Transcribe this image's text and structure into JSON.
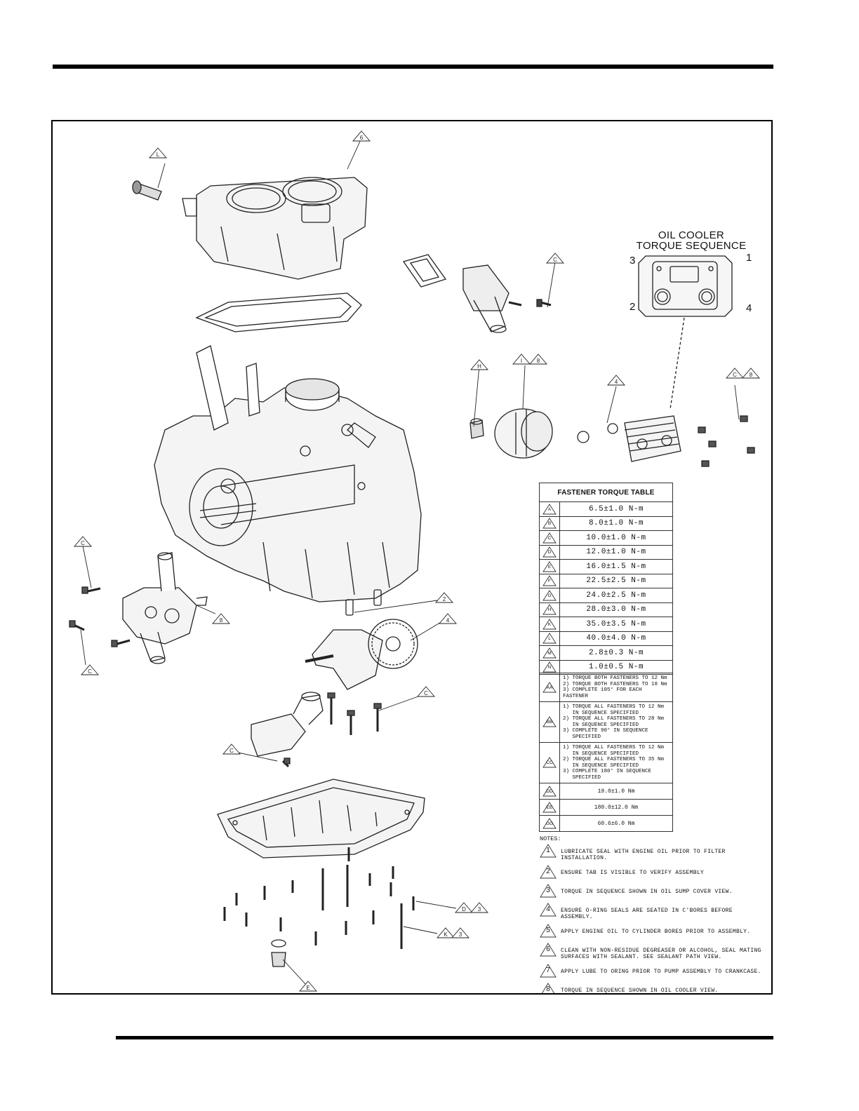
{
  "oil_cooler": {
    "title_line1": "OIL COOLER",
    "title_line2": "TORQUE SEQUENCE",
    "seq": [
      "1",
      "2",
      "3",
      "4"
    ]
  },
  "callouts": {
    "L": "L",
    "6": "6",
    "C": "C",
    "H": "H",
    "I": "I",
    "8": "8",
    "4": "4",
    "2": "2",
    "D": "D",
    "3": "3",
    "K": "K",
    "E": "E"
  },
  "torque_table": {
    "header": "FASTENER TORQUE TABLE",
    "rows": [
      {
        "sym": "A",
        "value": "6.5±1.0 N-m"
      },
      {
        "sym": "B",
        "value": "8.0±1.0 N-m"
      },
      {
        "sym": "C",
        "value": "10.0±1.0 N-m"
      },
      {
        "sym": "D",
        "value": "12.0±1.0 N-m"
      },
      {
        "sym": "E",
        "value": "16.0±1.5 N-m"
      },
      {
        "sym": "F",
        "value": "22.5±2.5 N-m"
      },
      {
        "sym": "G",
        "value": "24.0±2.5 N-m"
      },
      {
        "sym": "H",
        "value": "28.0±3.0 N-m"
      },
      {
        "sym": "K",
        "value": "35.0±3.5 N-m"
      },
      {
        "sym": "L",
        "value": "40.0±4.0 N-m"
      },
      {
        "sym": "M",
        "value": "2.8±0.3 N-m"
      },
      {
        "sym": "N",
        "value": "1.0±0.5 N-m"
      }
    ],
    "sequence_rows": [
      {
        "sym": "AA",
        "text": "1) TORQUE BOTH FASTENERS TO 12 Nm\n2) TORQUE BOTH FASTENERS TO 18 Nm\n3) COMPLETE 105° FOR EACH FASTENER"
      },
      {
        "sym": "BB",
        "text": "1) TORQUE ALL FASTENERS TO 12 Nm\n   IN SEQUENCE SPECIFIED\n2) TORQUE ALL FASTENERS TO 28 Nm\n   IN SEQUENCE SPECIFIED\n3) COMPLETE 90° IN SEQUENCE\n   SPECIFIED"
      },
      {
        "sym": "CC",
        "text": "1) TORQUE ALL FASTENERS TO 12 Nm\n   IN SEQUENCE SPECIFIED\n2) TORQUE ALL FASTENERS TO 35 Nm\n   IN SEQUENCE SPECIFIED\n3) COMPLETE 180° IN SEQUENCE\n   SPECIFIED"
      },
      {
        "sym": "DD",
        "value": "19.0±1.0 Nm"
      },
      {
        "sym": "EE",
        "value": "180.0±12.0 Nm"
      },
      {
        "sym": "GG",
        "value": "60.6±6.0 Nm"
      }
    ]
  },
  "notes": {
    "label": "NOTES:",
    "items": [
      {
        "num": "1",
        "text": "LUBRICATE SEAL WITH ENGINE OIL PRIOR TO FILTER INSTALLATION."
      },
      {
        "num": "2",
        "text": "ENSURE TAB IS VISIBLE TO VERIFY ASSEMBLY"
      },
      {
        "num": "3",
        "text": "TORQUE IN SEQUENCE SHOWN IN OIL SUMP COVER VIEW."
      },
      {
        "num": "4",
        "text": "ENSURE O-RING SEALS ARE SEATED IN C'BORES BEFORE ASSEMBLY."
      },
      {
        "num": "5",
        "text": "APPLY ENGINE OIL TO CYLINDER BORES PRIOR TO ASSEMBLY."
      },
      {
        "num": "6",
        "text": "CLEAN WITH NON-RESIDUE DEGREASER OR ALCOHOL, SEAL MATING SURFACES WITH SEALANT. SEE SEALANT PATH VIEW."
      },
      {
        "num": "7",
        "text": "APPLY LUBE TO ORING PRIOR TO PUMP ASSEMBLY TO CRANKCASE."
      },
      {
        "num": "8",
        "text": "TORQUE IN SEQUENCE SHOWN IN OIL COOLER VIEW."
      }
    ]
  }
}
